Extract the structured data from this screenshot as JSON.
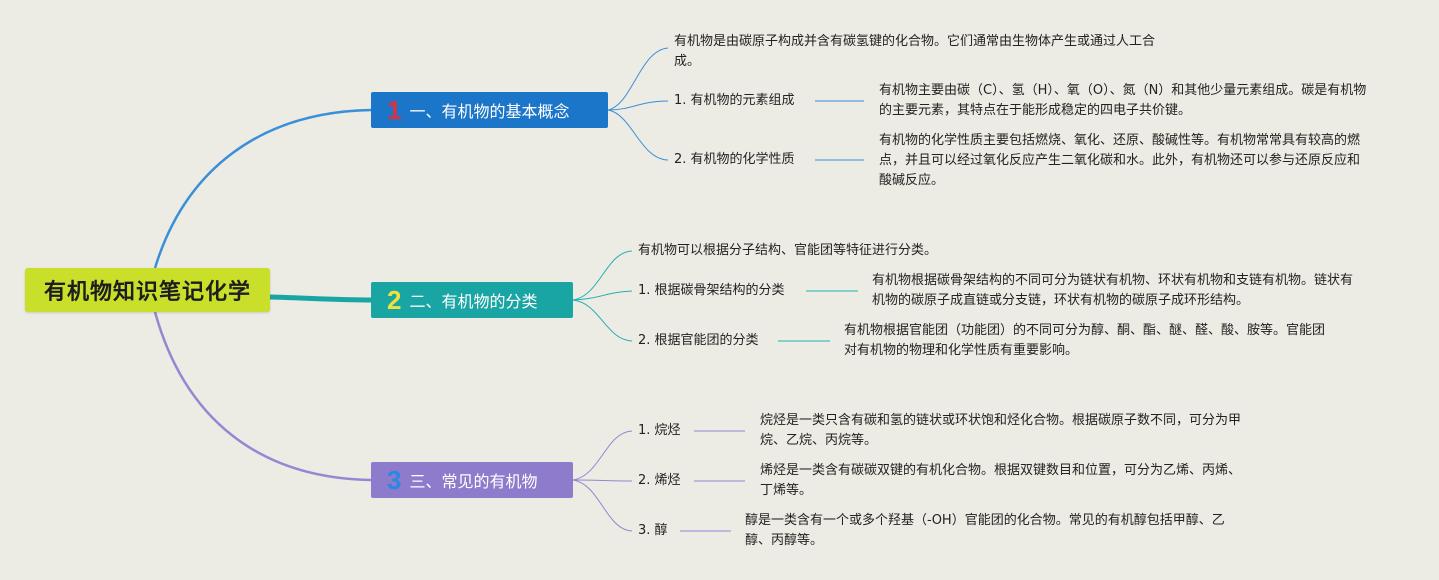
{
  "root": {
    "title": "有机物知识笔记化学"
  },
  "branches": [
    {
      "num": "1",
      "label": "一、有机物的基本概念",
      "intro": "有机物是由碳原子构成并含有碳氢键的化合物。它们通常由生物体产生或通过人工合成。",
      "items": [
        {
          "label": "1. 有机物的元素组成",
          "detail": "有机物主要由碳（C）、氢（H）、氧（O）、氮（N）和其他少量元素组成。碳是有机物的主要元素，其特点在于能形成稳定的四电子共价键。"
        },
        {
          "label": "2. 有机物的化学性质",
          "detail": "有机物的化学性质主要包括燃烧、氧化、还原、酸碱性等。有机物常常具有较高的燃点，并且可以经过氧化反应产生二氧化碳和水。此外，有机物还可以参与还原反应和酸碱反应。"
        }
      ]
    },
    {
      "num": "2",
      "label": "二、有机物的分类",
      "intro": "有机物可以根据分子结构、官能团等特征进行分类。",
      "items": [
        {
          "label": "1. 根据碳骨架结构的分类",
          "detail": "有机物根据碳骨架结构的不同可分为链状有机物、环状有机物和支链有机物。链状有机物的碳原子成直链或分支链，环状有机物的碳原子成环形结构。"
        },
        {
          "label": "2. 根据官能团的分类",
          "detail": "有机物根据官能团（功能团）的不同可分为醇、酮、酯、醚、醛、酸、胺等。官能团对有机物的物理和化学性质有重要影响。"
        }
      ]
    },
    {
      "num": "3",
      "label": "三、常见的有机物",
      "items": [
        {
          "label": "1. 烷烃",
          "detail": "烷烃是一类只含有碳和氢的链状或环状饱和烃化合物。根据碳原子数不同，可分为甲烷、乙烷、丙烷等。"
        },
        {
          "label": "2. 烯烃",
          "detail": "烯烃是一类含有碳碳双键的有机化合物。根据双键数目和位置，可分为乙烯、丙烯、丁烯等。"
        },
        {
          "label": "3. 醇",
          "detail": "醇是一类含有一个或多个羟基（-OH）官能团的化合物。常见的有机醇包括甲醇、乙醇、丙醇等。"
        }
      ]
    }
  ],
  "colors": {
    "background": "#ecebe4",
    "root": "#c9df2a",
    "branch1": "#1b75c9",
    "branch2": "#1aa5a5",
    "branch3": "#8e7bcc",
    "num1": "#e2303a",
    "num2": "#f0e23a",
    "num3": "#2a88e2",
    "line1": "#3a8fd8",
    "line2": "#26b0b0",
    "line3": "#9886d2"
  }
}
